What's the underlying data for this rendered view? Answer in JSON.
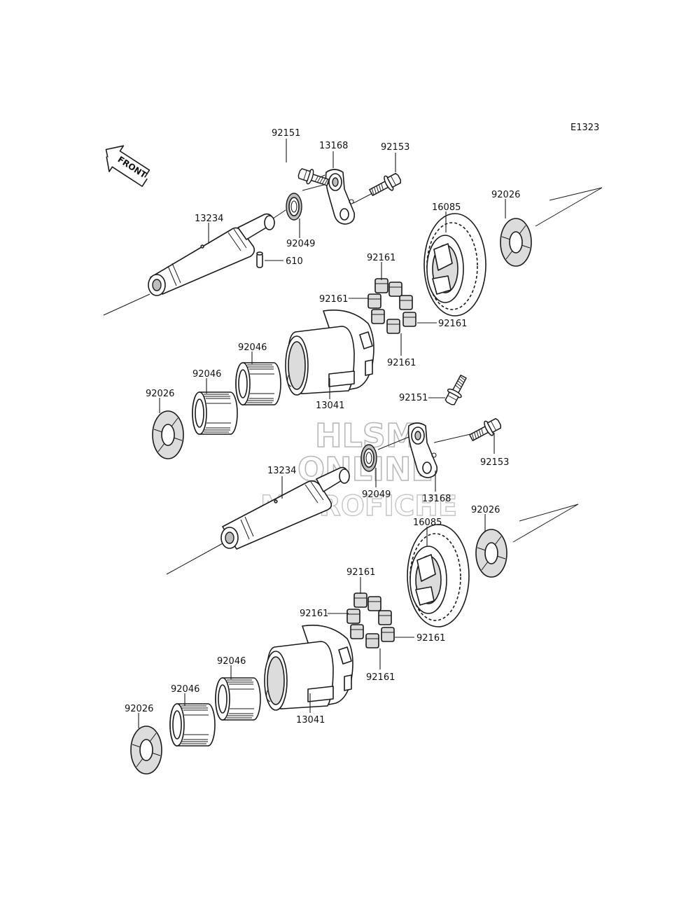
{
  "diagram_code": "E1323",
  "front_label": "FRONT",
  "watermark": [
    "HLSM",
    "ONLINE",
    "MICROFICHE"
  ],
  "labels": {
    "u_92151": "92151",
    "u_13168": "13168",
    "u_92153": "92153",
    "u_13234": "13234",
    "u_92049": "92049",
    "u_610": "610",
    "u_16085": "16085",
    "u_92026_right": "92026",
    "u_92161_top": "92161",
    "u_92161_left": "92161",
    "u_92161_right": "92161",
    "u_92161_bottom": "92161",
    "u_13041": "13041",
    "u_92046_a": "92046",
    "u_92046_b": "92046",
    "u_92026_left": "92026",
    "l_92151": "92151",
    "l_92153": "92153",
    "l_13168": "13168",
    "l_92049": "92049",
    "l_13234": "13234",
    "l_16085": "16085",
    "l_92026_right": "92026",
    "l_92161_top": "92161",
    "l_92161_left": "92161",
    "l_92161_right": "92161",
    "l_92161_bottom": "92161",
    "l_13041": "13041",
    "l_92046_a": "92046",
    "l_92046_b": "92046",
    "l_92026_left": "92026"
  }
}
